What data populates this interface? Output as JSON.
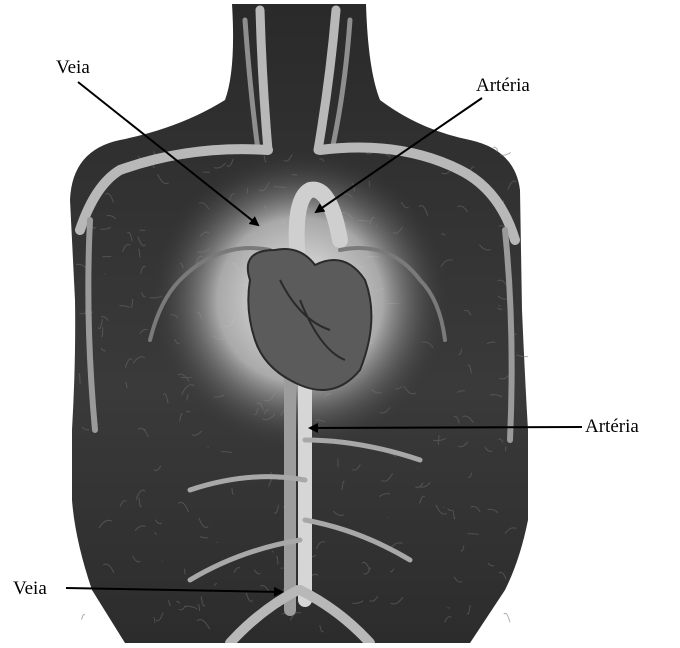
{
  "labels": {
    "veia_top": "Veia",
    "arteria_top": "Artéria",
    "arteria_mid": "Artéria",
    "veia_bottom": "Veia"
  },
  "colors": {
    "background": "#ffffff",
    "body_fill": "#2f2f2f",
    "vessel": "#b5b5b5",
    "heart": "#5a5a5a",
    "arrow": "#000000"
  }
}
